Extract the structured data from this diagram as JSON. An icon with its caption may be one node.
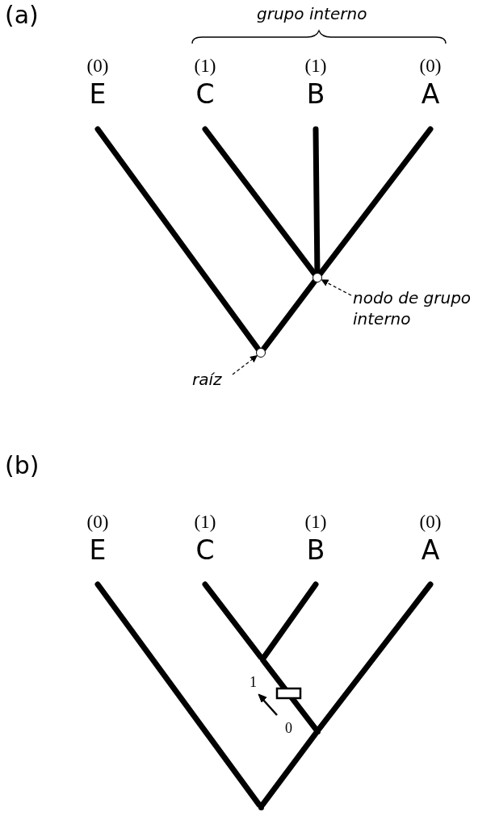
{
  "diagram": {
    "nodes": [
      {
        "text": [
          "(0)",
          "E"
        ]
      },
      {
        "text": [
          "(1)",
          "C"
        ]
      },
      {
        "text": [
          "(1)",
          "B"
        ]
      },
      {
        "text": [
          "(0)",
          "A"
        ]
      },
      {
        "text": [],
        "shape": "circle"
      },
      {
        "text": [],
        "shape": "circle"
      },
      {
        "text": [
          "nodo de grupo interno"
        ]
      },
      {
        "text": [
          "raíz"
        ]
      },
      {
        "text": [
          "(0)",
          "E"
        ]
      },
      {
        "text": [
          "(1)",
          "C"
        ]
      },
      {
        "text": [
          "(1)",
          "B"
        ]
      },
      {
        "text": [
          "(0)",
          "A"
        ]
      },
      {
        "text": [],
        "shape": "point"
      },
      {
        "text": [],
        "shape": "point"
      },
      {
        "text": [],
        "shape": "point"
      }
    ],
    "edges": [
      {
        "from": 0,
        "to": 5,
        "arrow": "none"
      },
      {
        "from": 1,
        "to": 4,
        "arrow": "none"
      },
      {
        "from": 2,
        "to": 4,
        "arrow": "none"
      },
      {
        "from": 3,
        "to": 4,
        "arrow": "none"
      },
      {
        "from": 4,
        "to": 5,
        "arrow": "none"
      },
      {
        "from": 6,
        "to": 4,
        "arrow": "to",
        "style": "dashed"
      },
      {
        "from": 7,
        "to": 5,
        "arrow": "to",
        "style": "dashed"
      },
      {
        "from": 8,
        "to": 14,
        "arrow": "none"
      },
      {
        "from": 9,
        "to": 12,
        "arrow": "none"
      },
      {
        "from": 10,
        "to": 12,
        "arrow": "none"
      },
      {
        "from": 12,
        "to": 13,
        "arrow": "none"
      },
      {
        "from": 11,
        "to": 13,
        "arrow": "none"
      },
      {
        "from": 13,
        "to": 14,
        "arrow": "none"
      }
    ],
    "labels": [
      "(a)",
      "grupo interno",
      "(b)",
      "1",
      "0"
    ]
  }
}
